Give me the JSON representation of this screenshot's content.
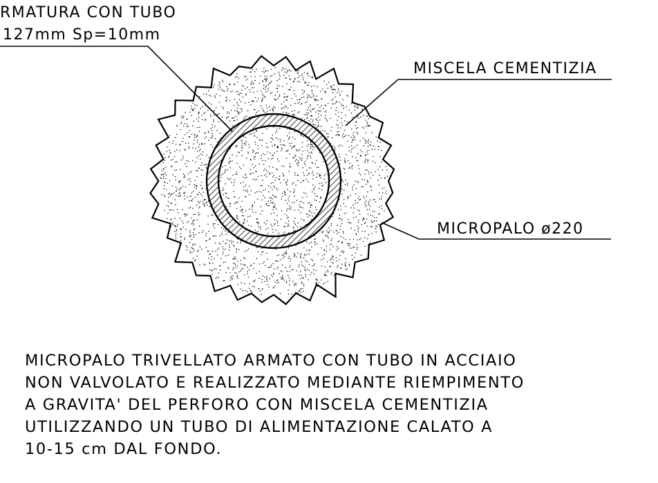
{
  "labels": {
    "armatura_line1": "RMATURA CON TUBO",
    "armatura_line2": "127mm Sp=10mm",
    "miscela": "MISCELA CEMENTIZIA",
    "micropalo": "MICROPALO ø220"
  },
  "note": {
    "lines": [
      "MICROPALO TRIVELLATO ARMATO CON TUBO IN ACCIAIO",
      "NON VALVOLATO E REALIZZATO MEDIANTE RIEMPIMENTO",
      "A GRAVITA' DEL PERFORO CON MISCELA CEMENTIZIA",
      "UTILIZZANDO UN TUBO DI ALIMENTAZIONE CALATO A",
      "10-15 cm DAL FONDO."
    ]
  },
  "colors": {
    "ink": "#000000",
    "paper": "#ffffff"
  }
}
